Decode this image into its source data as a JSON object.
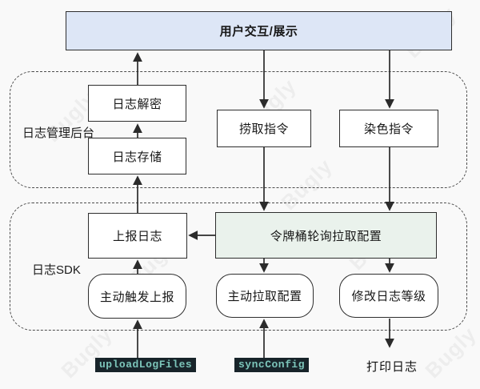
{
  "diagram": {
    "top": {
      "user_interaction": "用户交互/展示"
    },
    "backend_group": {
      "label": "日志管理后台",
      "log_decrypt": "日志解密",
      "log_storage": "日志存储",
      "fetch_cmd": "捞取指令",
      "dye_cmd": "染色指令"
    },
    "sdk_group": {
      "label": "日志SDK",
      "report_log": "上报日志",
      "token_bucket": "令牌桶轮询拉取配置",
      "trigger_report": "主动触发上报",
      "pull_config": "主动拉取配置",
      "modify_level": "修改日志等级"
    },
    "bottom": {
      "upload_api": "uploadLogFiles",
      "sync_api": "syncConfig",
      "print_log": "打印日志"
    }
  },
  "watermark": "Bugly",
  "colors": {
    "top_box_bg": "#dde6f6",
    "token_bucket_bg": "#eaf2ec",
    "api_badge_bg": "#18242a",
    "api_badge_text": "#7cc5ba",
    "line": "#2b2b2b"
  }
}
